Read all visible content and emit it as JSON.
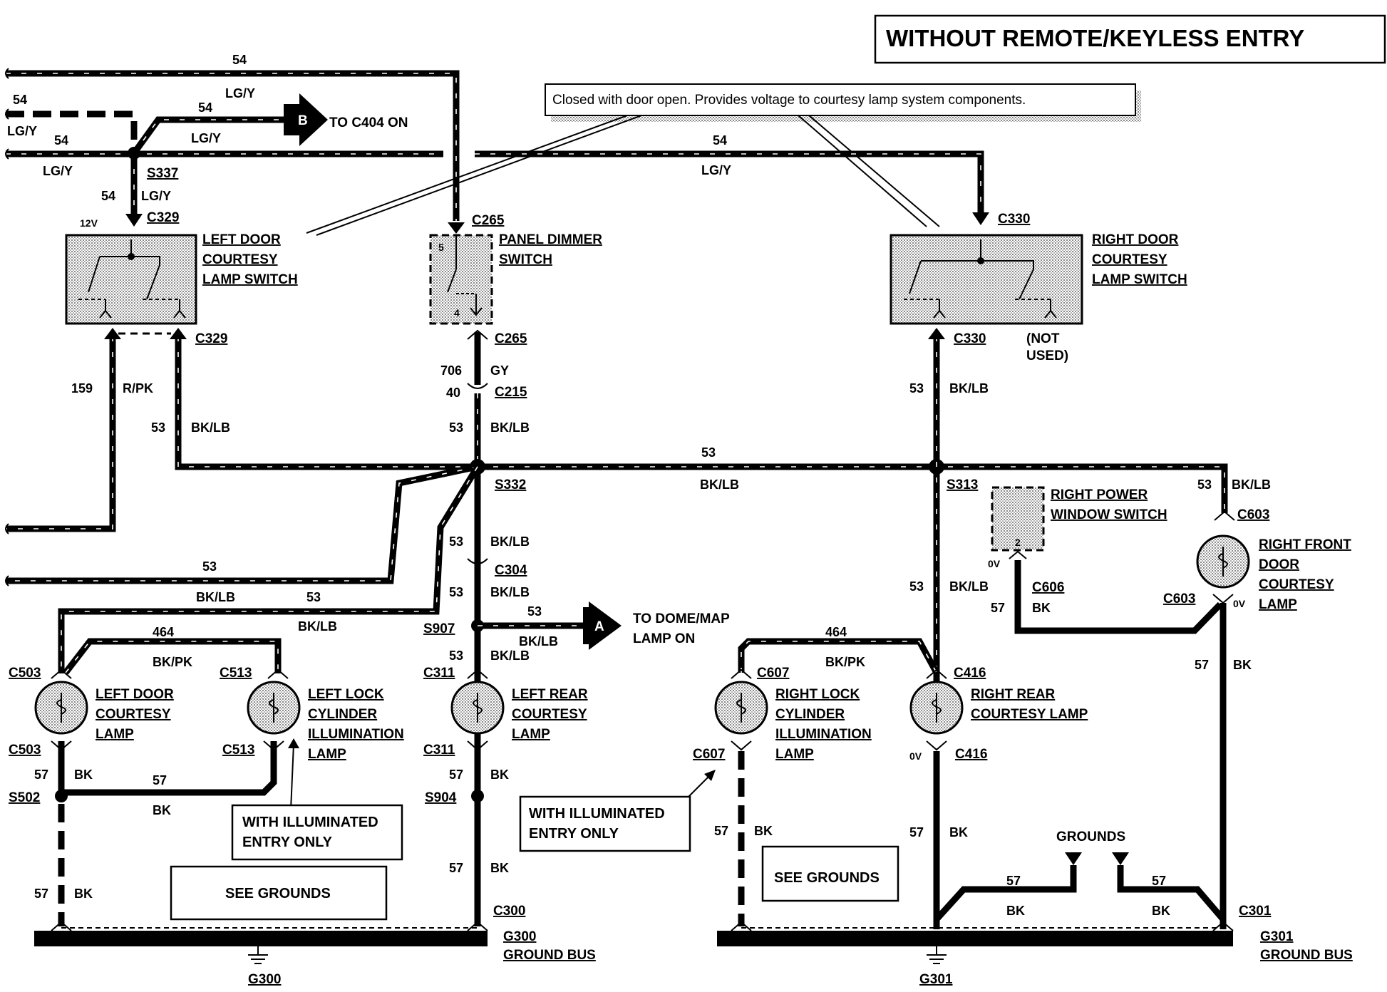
{
  "header": {
    "title": "WITHOUT REMOTE/KEYLESS ENTRY"
  },
  "note": {
    "text": "Closed with door open.  Provides voltage to courtesy lamp system components."
  },
  "circuits": {
    "c54": "54",
    "c53": "53",
    "c57": "57",
    "c159": "159",
    "c464": "464",
    "c706": "706",
    "c40": "40"
  },
  "colors": {
    "lgy": "LG/Y",
    "bklb": "BK/LB",
    "bk": "BK",
    "rpk": "R/PK",
    "bkpk": "BK/PK",
    "gy": "GY"
  },
  "splices": {
    "s337": "S337",
    "s332": "S332",
    "s313": "S313",
    "s907": "S907",
    "s502": "S502",
    "s904": "S904"
  },
  "connectors": {
    "c329": "C329",
    "c265": "C265",
    "c330": "C330",
    "c215": "C215",
    "c304": "C304",
    "c311": "C311",
    "c503": "C503",
    "c513": "C513",
    "c607": "C607",
    "c416": "C416",
    "c603": "C603",
    "c606": "C606",
    "c300": "C300",
    "c301": "C301"
  },
  "components": {
    "left_door_switch": [
      "LEFT DOOR",
      "COURTESY",
      "LAMP SWITCH"
    ],
    "panel_dimmer": [
      "PANEL DIMMER",
      "SWITCH"
    ],
    "right_door_switch": [
      "RIGHT DOOR",
      "COURTESY",
      "LAMP SWITCH"
    ],
    "not_used": [
      "(NOT",
      "USED)"
    ],
    "right_power_window": [
      "RIGHT POWER",
      "WINDOW SWITCH"
    ],
    "right_front_door_lamp": [
      "RIGHT FRONT",
      "DOOR",
      "COURTESY",
      "LAMP"
    ],
    "left_door_lamp": [
      "LEFT DOOR",
      "COURTESY",
      "LAMP"
    ],
    "left_lock_lamp": [
      "LEFT LOCK",
      "CYLINDER",
      "ILLUMINATION",
      "LAMP"
    ],
    "left_rear_lamp": [
      "LEFT REAR",
      "COURTESY",
      "LAMP"
    ],
    "right_lock_lamp": [
      "RIGHT LOCK",
      "CYLINDER",
      "ILLUMINATION",
      "LAMP"
    ],
    "right_rear_lamp": [
      "RIGHT REAR",
      "COURTESY LAMP"
    ]
  },
  "destinations": {
    "b_letter": "B",
    "b_text": "TO C404 ON",
    "a_letter": "A",
    "a_text": [
      "TO DOME/MAP",
      "LAMP ON"
    ]
  },
  "boxes": {
    "illuminated_entry_only": [
      "WITH ILLUMINATED",
      "ENTRY ONLY"
    ],
    "see_grounds": "SEE GROUNDS",
    "grounds": "GROUNDS"
  },
  "grounds": {
    "g300": "G300",
    "g301": "G301",
    "ground_bus": "GROUND BUS"
  },
  "pins": {
    "v12": "12V",
    "v0": "0V",
    "pin5": "5",
    "pin4": "4",
    "pin2": "2"
  }
}
